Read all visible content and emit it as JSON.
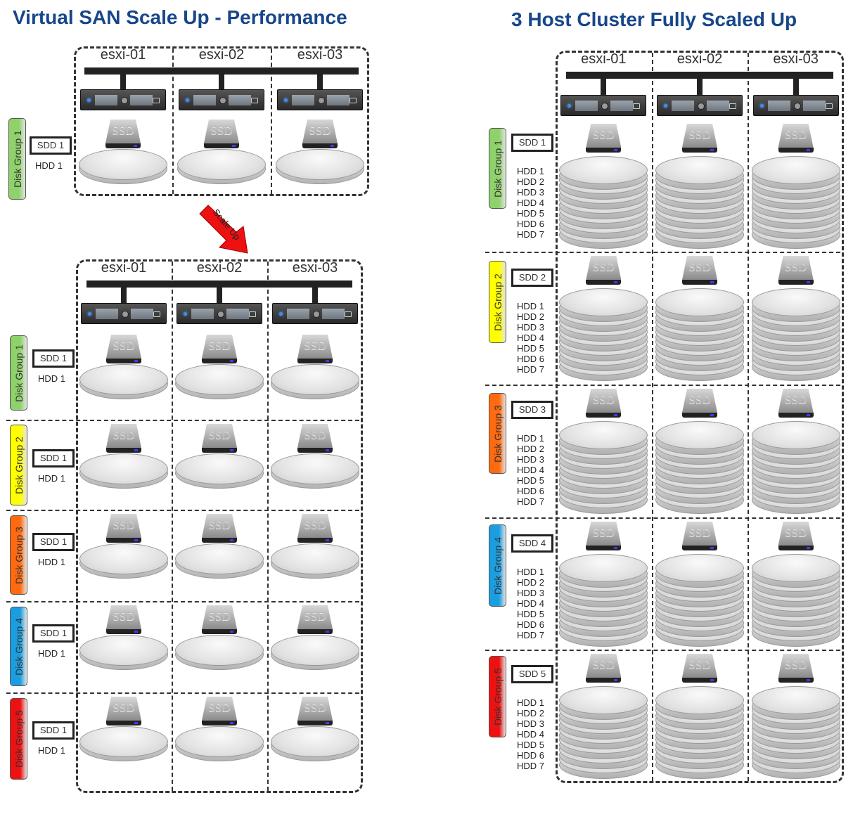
{
  "left": {
    "title": "Virtual SAN Scale Up - Performance",
    "top_hosts": [
      "esxi-01",
      "esxi-02",
      "esxi-03"
    ],
    "top_groups": [
      {
        "label": "Disk Group 1",
        "color": "#8fd16a",
        "ssd": "SDD 1",
        "hdds": [
          "HDD 1"
        ]
      }
    ],
    "arrow_label": "Scale Up",
    "bottom_hosts": [
      "esxi-01",
      "esxi-02",
      "esxi-03"
    ],
    "bottom_groups": [
      {
        "label": "Disk Group 1",
        "color": "#8fd16a",
        "ssd": "SDD 1",
        "hdds": [
          "HDD 1"
        ]
      },
      {
        "label": "Disk Group 2",
        "color": "#ffff00",
        "ssd": "SDD 1",
        "hdds": [
          "HDD 1"
        ]
      },
      {
        "label": "Disk Group 3",
        "color": "#ff6a10",
        "ssd": "SDD 1",
        "hdds": [
          "HDD 1"
        ]
      },
      {
        "label": "Disk Group 4",
        "color": "#1a9ee0",
        "ssd": "SDD 1",
        "hdds": [
          "HDD 1"
        ]
      },
      {
        "label": "Disk Group 5",
        "color": "#ee1111",
        "ssd": "SDD 1",
        "hdds": [
          "HDD 1"
        ]
      }
    ]
  },
  "right": {
    "title": "3 Host Cluster Fully Scaled Up",
    "hosts": [
      "esxi-01",
      "esxi-02",
      "esxi-03"
    ],
    "groups": [
      {
        "label": "Disk Group 1",
        "color": "#8fd16a",
        "ssd": "SDD 1",
        "hdds": [
          "HDD 1",
          "HDD 2",
          "HDD 3",
          "HDD 4",
          "HDD 5",
          "HDD 6",
          "HDD 7"
        ]
      },
      {
        "label": "Disk Group 2",
        "color": "#ffff00",
        "ssd": "SDD 2",
        "hdds": [
          "HDD 1",
          "HDD 2",
          "HDD 3",
          "HDD 4",
          "HDD 5",
          "HDD 6",
          "HDD 7"
        ]
      },
      {
        "label": "Disk Group 3",
        "color": "#ff6a10",
        "ssd": "SDD 3",
        "hdds": [
          "HDD 1",
          "HDD 2",
          "HDD 3",
          "HDD 4",
          "HDD 5",
          "HDD 6",
          "HDD 7"
        ]
      },
      {
        "label": "Disk Group 4",
        "color": "#1a9ee0",
        "ssd": "SDD 4",
        "hdds": [
          "HDD 1",
          "HDD 2",
          "HDD 3",
          "HDD 4",
          "HDD 5",
          "HDD 6",
          "HDD 7"
        ]
      },
      {
        "label": "Disk Group 5",
        "color": "#ee1111",
        "ssd": "SDD 5",
        "hdds": [
          "HDD 1",
          "HDD 2",
          "HDD 3",
          "HDD 4",
          "HDD 5",
          "HDD 6",
          "HDD 7"
        ]
      }
    ]
  },
  "ssd_icon_text": "SSD"
}
